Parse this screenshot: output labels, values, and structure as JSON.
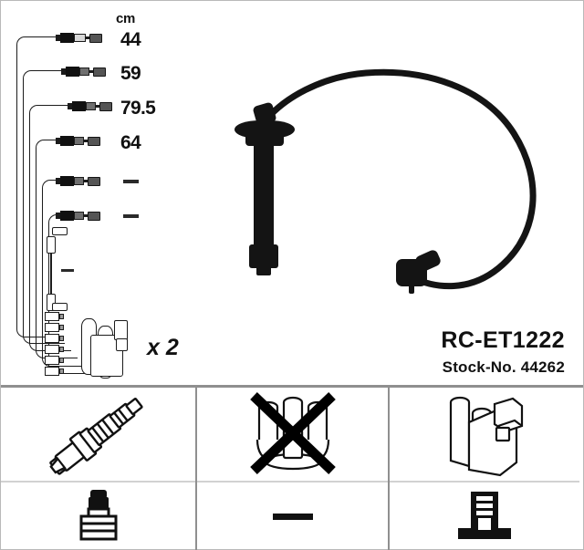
{
  "product": {
    "part_number": "RC-ET1222",
    "stock_label": "Stock-No. 44262",
    "quantity_note": "x 2"
  },
  "measurements": {
    "unit": "cm",
    "leads": [
      {
        "label": "44",
        "value": "44"
      },
      {
        "label": "59",
        "value": "59"
      },
      {
        "label": "79.5",
        "value": "79.5"
      },
      {
        "label": "64",
        "value": "64"
      },
      {
        "label": "—",
        "value": "-"
      },
      {
        "label": "—",
        "value": "-"
      }
    ],
    "connector_cable_label": "—"
  },
  "icons": {
    "spark_plug": "spark-plug-icon",
    "plug_boot": "plug-boot-icon",
    "distributor_cap": "distributor-cap-icon",
    "distributor_crossed_out": "cross-out-x-icon",
    "ignition_coil": "ignition-coil-icon",
    "coil_terminal": "coil-terminal-icon",
    "main_lead": "ignition-lead-icon"
  },
  "bottom_panels": {
    "left": {
      "top": "spark-plug-icon",
      "bottom": "plug-boot-icon"
    },
    "middle": {
      "top": "distributor-cap-crossed-out",
      "bottom": "—"
    },
    "right": {
      "top": "ignition-coil-icon",
      "bottom": "coil-terminal-icon"
    }
  },
  "colors": {
    "ink": "#111111",
    "frame": "#8f8f8f",
    "border": "#b9b9b9",
    "cable": "#141414"
  }
}
